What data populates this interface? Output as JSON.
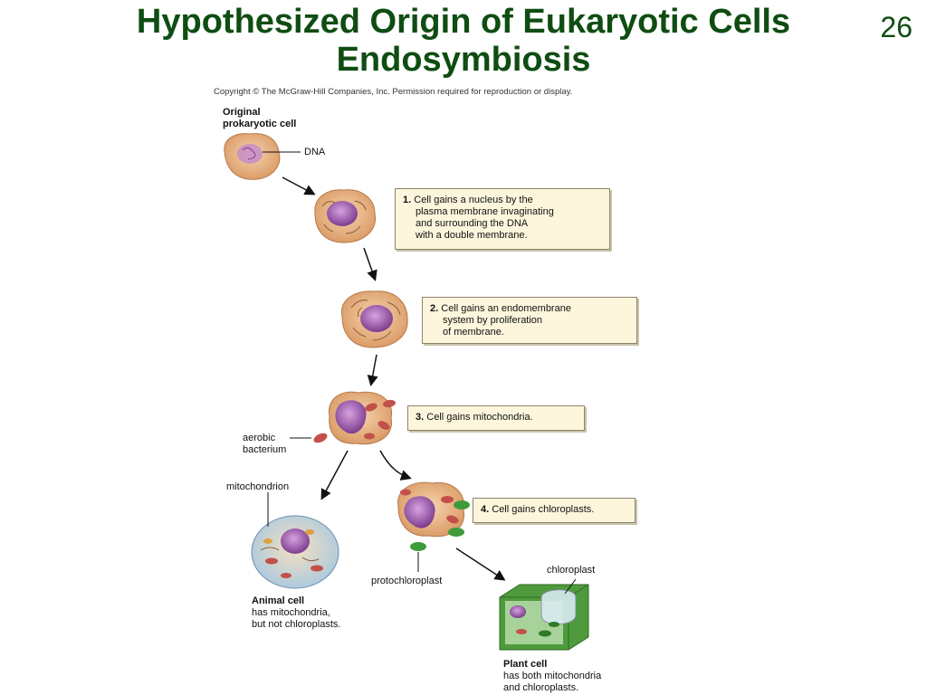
{
  "slide": {
    "title_line1": "Hypothesized Origin of Eukaryotic Cells",
    "title_line2": "Endosymbiosis",
    "number": "26",
    "copyright": "Copyright © The McGraw-Hill Companies, Inc. Permission required for reproduction or display."
  },
  "labels": {
    "original_cell_line1": "Original",
    "original_cell_line2": "prokaryotic cell",
    "dna": "DNA",
    "aerobic_line1": "aerobic",
    "aerobic_line2": "bacterium",
    "mitochondrion": "mitochondrion",
    "protochloroplast": "protochloroplast",
    "chloroplast": "chloroplast",
    "animal_title": "Animal cell",
    "animal_line1": "has mitochondria,",
    "animal_line2": "but not chloroplasts.",
    "plant_title": "Plant cell",
    "plant_line1": "has both mitochondria",
    "plant_line2": "and chloroplasts."
  },
  "steps": [
    {
      "num": "1.",
      "lines": [
        "Cell gains a nucleus by the",
        "plasma membrane invaginating",
        "and surrounding the DNA",
        "with a double membrane."
      ]
    },
    {
      "num": "2.",
      "lines": [
        "Cell gains an endomembrane",
        "system by proliferation",
        "of membrane."
      ]
    },
    {
      "num": "3.",
      "lines": [
        "Cell gains mitochondria."
      ]
    },
    {
      "num": "4.",
      "lines": [
        "Cell gains chloroplasts."
      ]
    }
  ],
  "colors": {
    "title": "#0f4d12",
    "cell_fill": "#eeb98a",
    "nucleus": "#a25ab0",
    "mitochondria": "#c2504a",
    "chloroplast": "#3f9a3a",
    "box_fill": "#fdf6dc"
  }
}
